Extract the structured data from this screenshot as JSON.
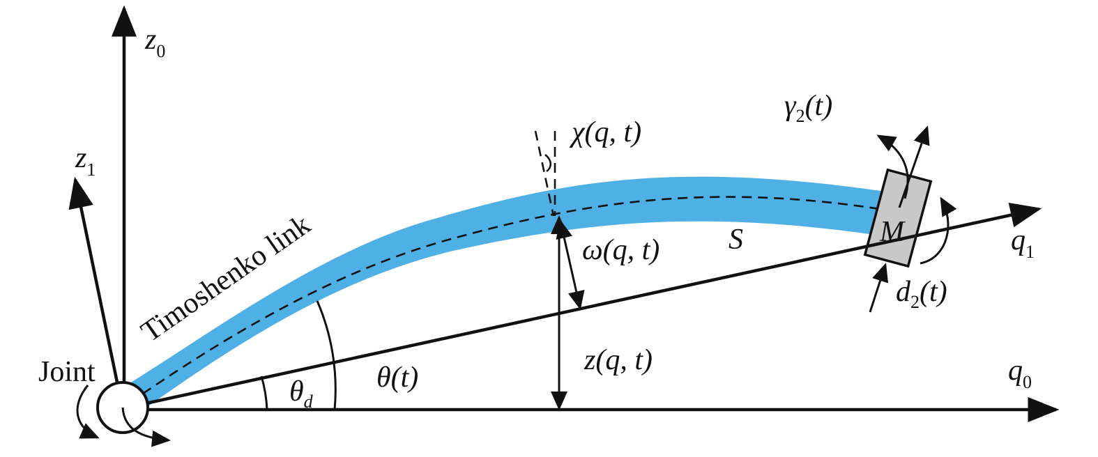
{
  "labels": {
    "z0_main": "z",
    "z0_sub": "0",
    "z1_main": "z",
    "z1_sub": "1",
    "q0_main": "q",
    "q0_sub": "0",
    "q1_main": "q",
    "q1_sub": "1",
    "joint": "Joint",
    "link": "Timoshenko link",
    "theta_d_main": "θ",
    "theta_d_sub": "d",
    "theta_t": "θ(t)",
    "chi": "χ(q, t)",
    "omega": "ω(q, t)",
    "z_qt": "z(q, t)",
    "S": "S",
    "M": "M",
    "gamma_main": "γ",
    "gamma_sub": "2",
    "gamma_tail": "(t)",
    "d2_main": "d",
    "d2_sub": "2",
    "d2_tail": "(t)"
  },
  "colors": {
    "link_fill": "#4fb0e6",
    "mass_fill": "#c8c8c8",
    "ink": "#111111"
  }
}
